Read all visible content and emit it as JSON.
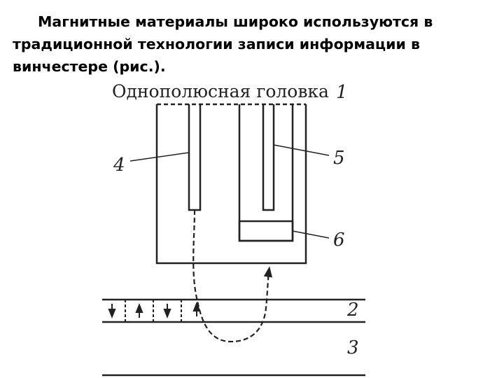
{
  "slide": {
    "text_lines": [
      "Магнитные материалы широко используются в",
      "традиционной технологии записи информации в",
      "винчестере (рис.)."
    ]
  },
  "figure": {
    "title": "Однополюсная головка",
    "labels": {
      "head": "1",
      "layer": "2",
      "substrate": "3",
      "pole_left": "4",
      "pole_right": "5",
      "coil": "6"
    }
  }
}
